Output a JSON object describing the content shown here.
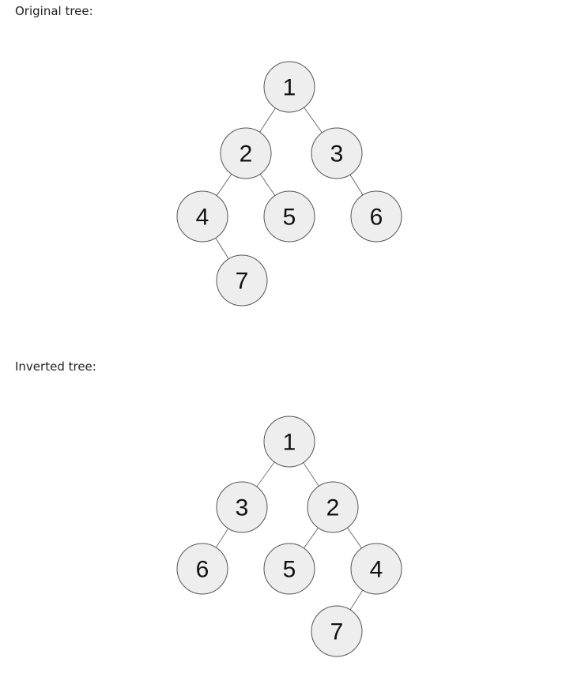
{
  "sections": {
    "original": {
      "caption": "Original tree:",
      "nodes": [
        {
          "id": "n1",
          "label": "1"
        },
        {
          "id": "n2",
          "label": "2"
        },
        {
          "id": "n3",
          "label": "3"
        },
        {
          "id": "n4",
          "label": "4"
        },
        {
          "id": "n5",
          "label": "5"
        },
        {
          "id": "n6",
          "label": "6"
        },
        {
          "id": "n7",
          "label": "7"
        }
      ],
      "edges": [
        [
          "n1",
          "n2"
        ],
        [
          "n1",
          "n3"
        ],
        [
          "n2",
          "n4"
        ],
        [
          "n2",
          "n5"
        ],
        [
          "n3",
          "n6"
        ],
        [
          "n4",
          "n7"
        ]
      ]
    },
    "inverted": {
      "caption": "Inverted tree:",
      "nodes": [
        {
          "id": "m1",
          "label": "1"
        },
        {
          "id": "m3",
          "label": "3"
        },
        {
          "id": "m2",
          "label": "2"
        },
        {
          "id": "m6",
          "label": "6"
        },
        {
          "id": "m5",
          "label": "5"
        },
        {
          "id": "m4",
          "label": "4"
        },
        {
          "id": "m7",
          "label": "7"
        }
      ],
      "edges": [
        [
          "m1",
          "m3"
        ],
        [
          "m1",
          "m2"
        ],
        [
          "m3",
          "m6"
        ],
        [
          "m2",
          "m5"
        ],
        [
          "m2",
          "m4"
        ],
        [
          "m4",
          "m7"
        ]
      ]
    }
  },
  "colors": {
    "node_fill": "#eeeeee",
    "node_stroke": "#555555",
    "edge": "#555555",
    "label": "#111111",
    "caption": "#222222"
  }
}
